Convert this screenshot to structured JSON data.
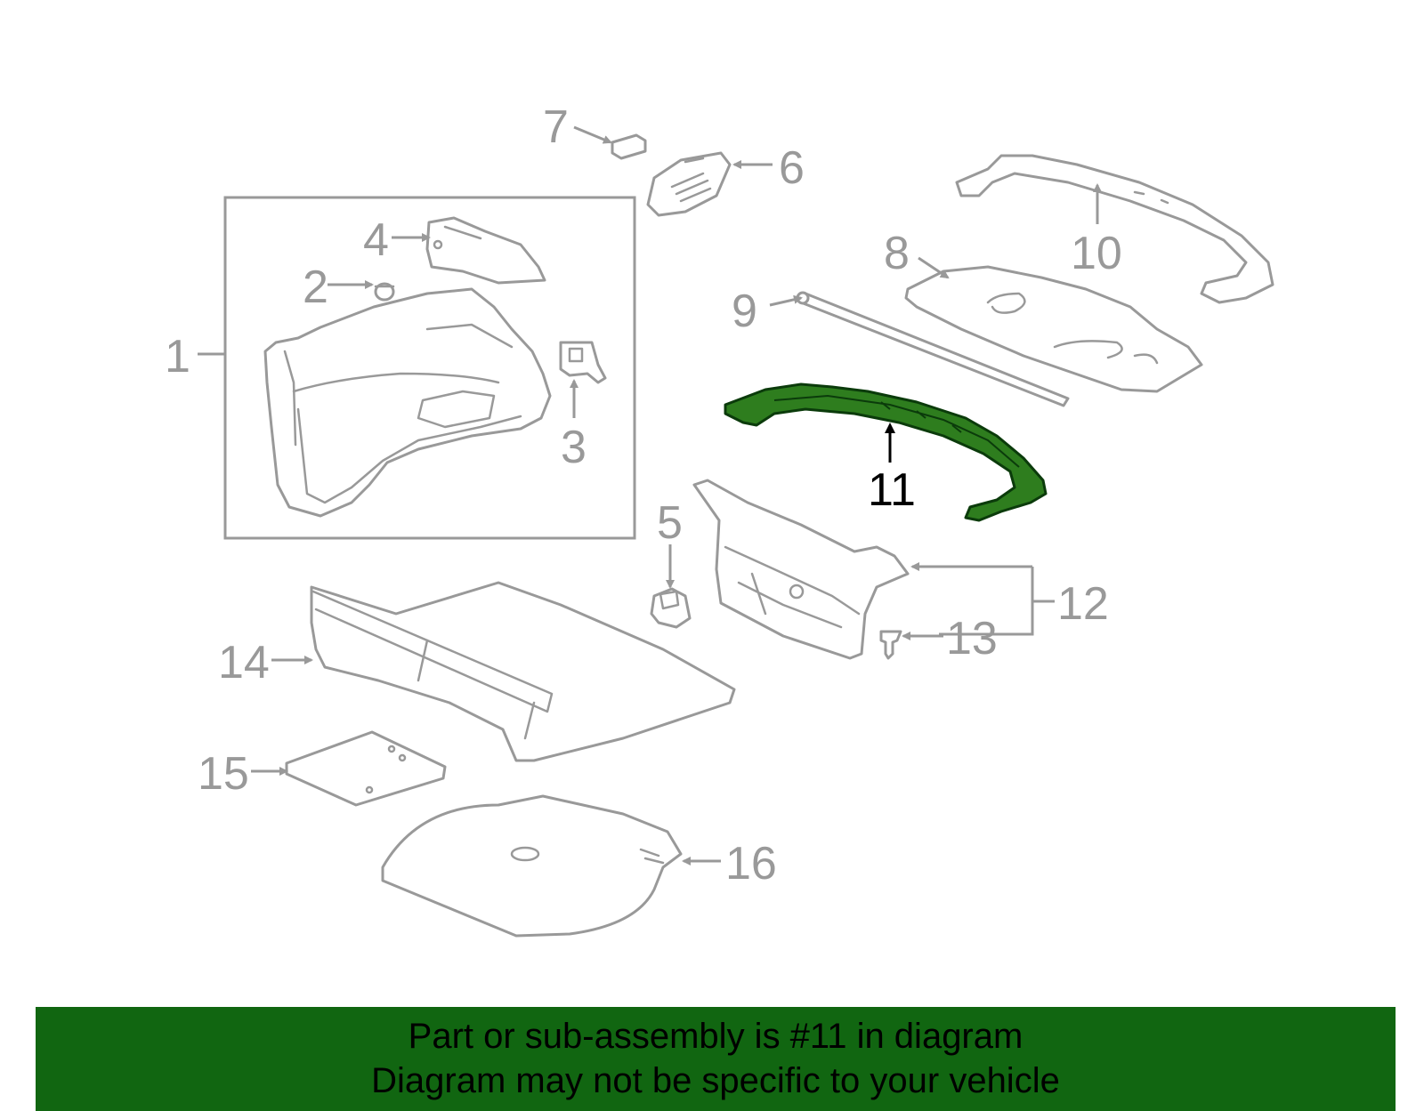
{
  "callouts": {
    "c1": "1",
    "c2": "2",
    "c3": "3",
    "c4": "4",
    "c5": "5",
    "c6": "6",
    "c7": "7",
    "c8": "8",
    "c9": "9",
    "c10": "10",
    "c11": "11",
    "c12": "12",
    "c13": "13",
    "c14": "14",
    "c15": "15",
    "c16": "16"
  },
  "highlight": {
    "part": "11",
    "color": "#2e7d1e"
  },
  "banner": {
    "line1": "Part or sub-assembly is #11 in diagram",
    "line2": "Diagram may not be specific to your vehicle",
    "background": "#116611"
  },
  "colors": {
    "part_stroke": "#999999",
    "highlight_fill": "#2e7d1e"
  }
}
